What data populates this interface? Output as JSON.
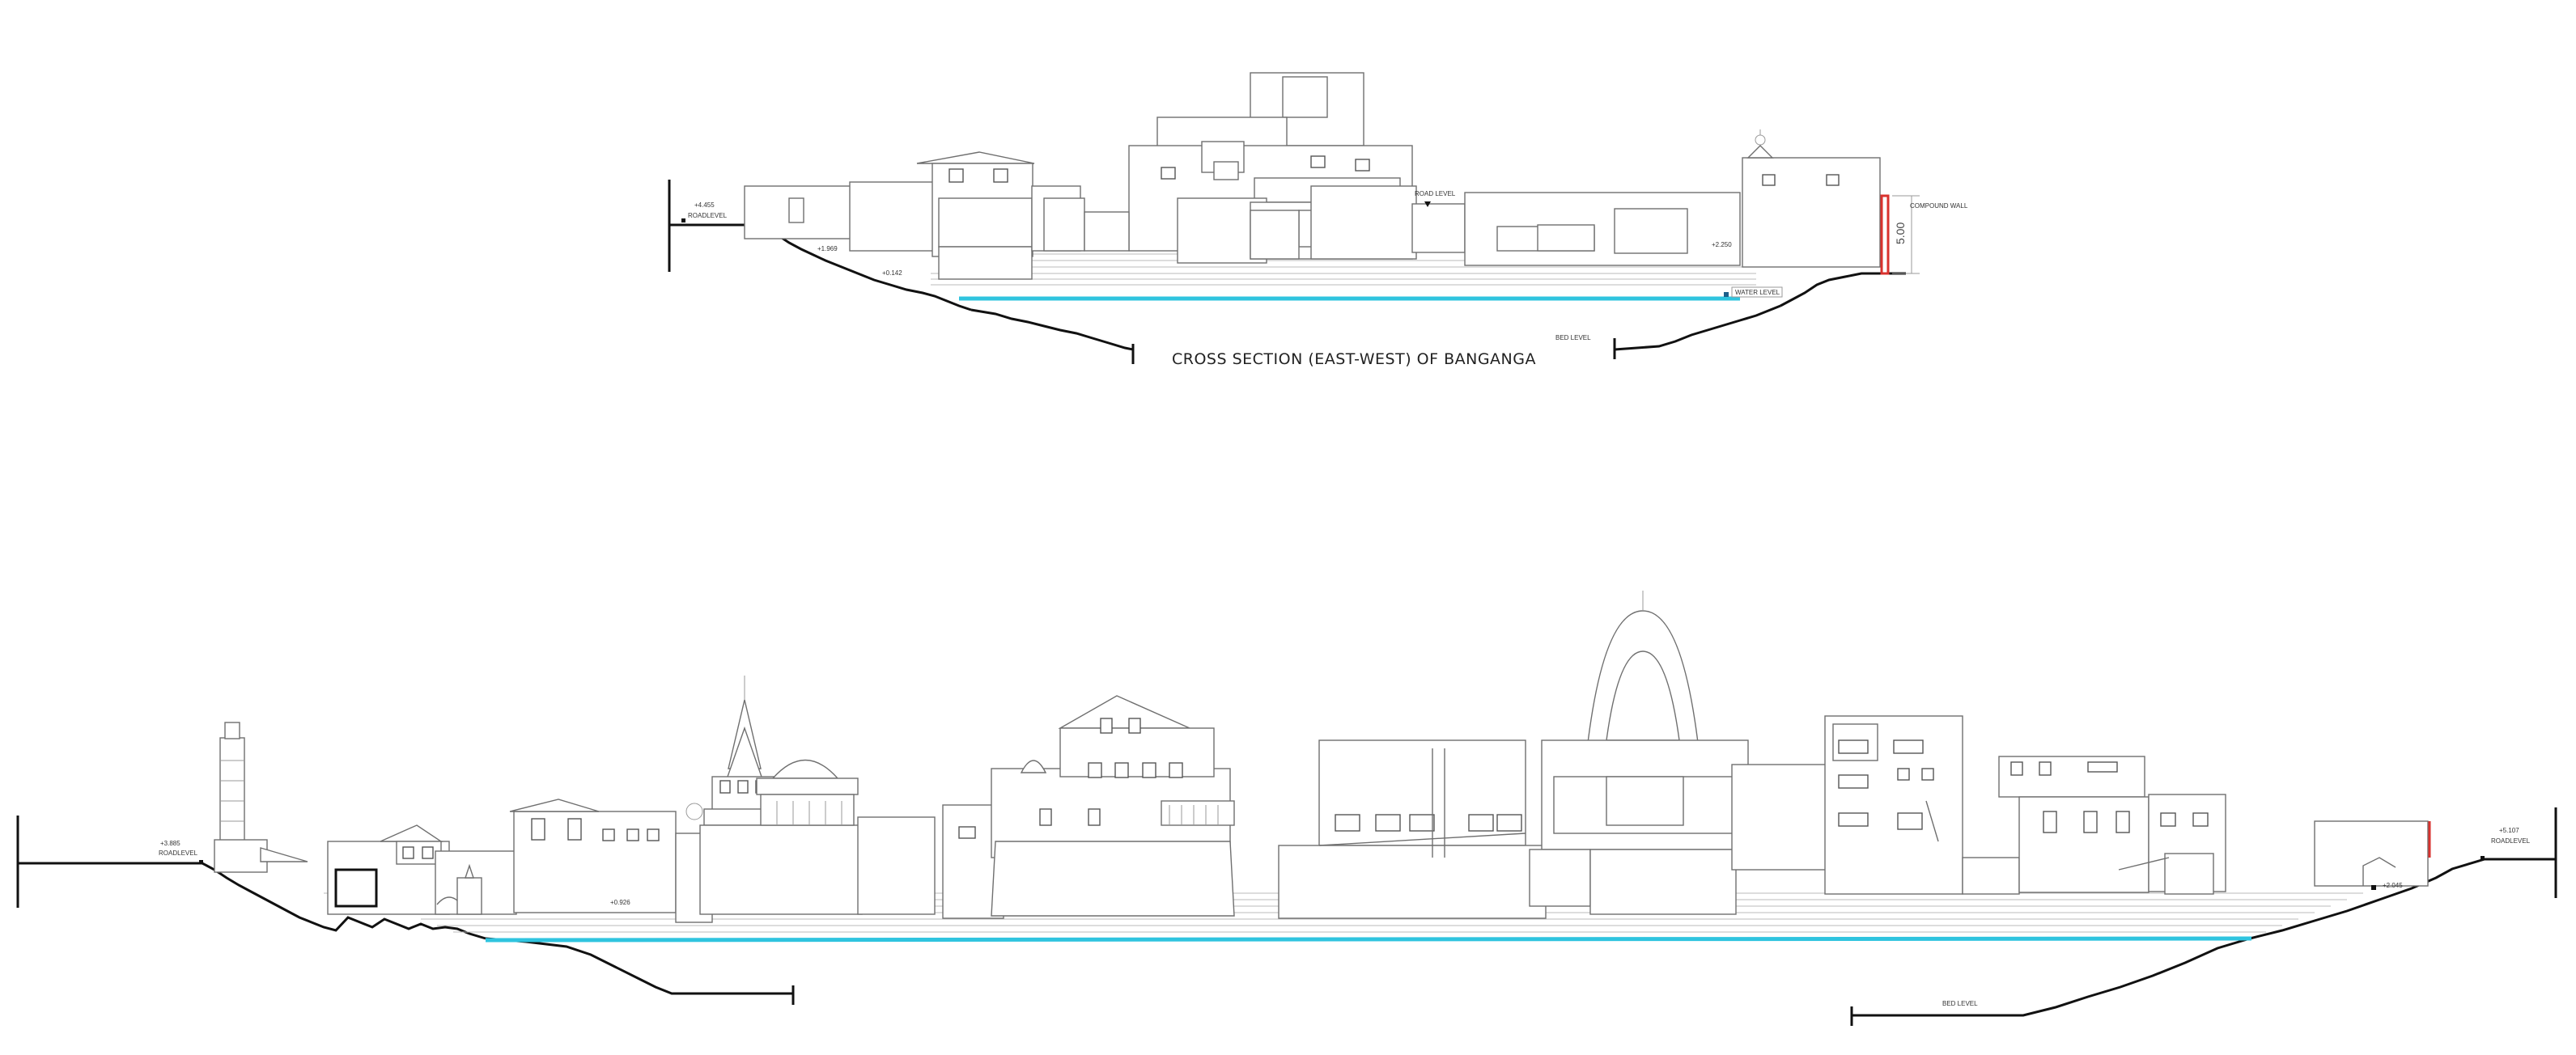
{
  "section1": {
    "title": "CROSS SECTION (EAST-WEST) OF BANGANGA",
    "left_level": "+4.455",
    "left_road": "ROADLEVEL",
    "level_a": "+1.969",
    "level_b": "+0.142",
    "road_level_mid": "ROAD LEVEL",
    "level_right": "+2.250",
    "water_level": "WATER LEVEL",
    "bed_level": "BED LEVEL",
    "compound_wall": "COMPOUND WALL",
    "dimension": "5.00"
  },
  "section2": {
    "left_level": "+3.885",
    "left_road": "ROADLEVEL",
    "level_mid": "+0.926",
    "level_right": "+2.045",
    "right_level": "+5.107",
    "right_road": "ROADLEVEL",
    "bed_level": "BED LEVEL"
  },
  "colors": {
    "water": "#2fc4df",
    "compound_wall": "#d9322e",
    "trees": "#3f8f2a"
  }
}
